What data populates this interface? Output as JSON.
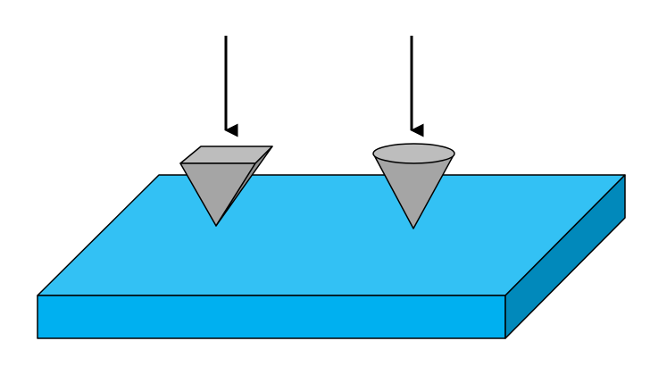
{
  "colors": {
    "background": "#ffffff",
    "slab_top": "#33c1f4",
    "slab_front": "#00b0f0",
    "slab_side": "#0189bb",
    "indenter_face": "#a5a5a5",
    "indenter_face_shadow": "#8f8f8f",
    "indenter_top": "#bdbdbd",
    "arrow": "#000000",
    "outline": "#000000"
  },
  "elements": {
    "slab": {
      "icon": "material-slab"
    },
    "indenters": [
      {
        "icon": "pyramid-indenter-icon",
        "shape": "pyramid"
      },
      {
        "icon": "cone-indenter-icon",
        "shape": "cone"
      }
    ],
    "arrows": [
      {
        "icon": "down-arrow-icon",
        "direction": "down"
      },
      {
        "icon": "down-arrow-icon",
        "direction": "down"
      }
    ]
  }
}
